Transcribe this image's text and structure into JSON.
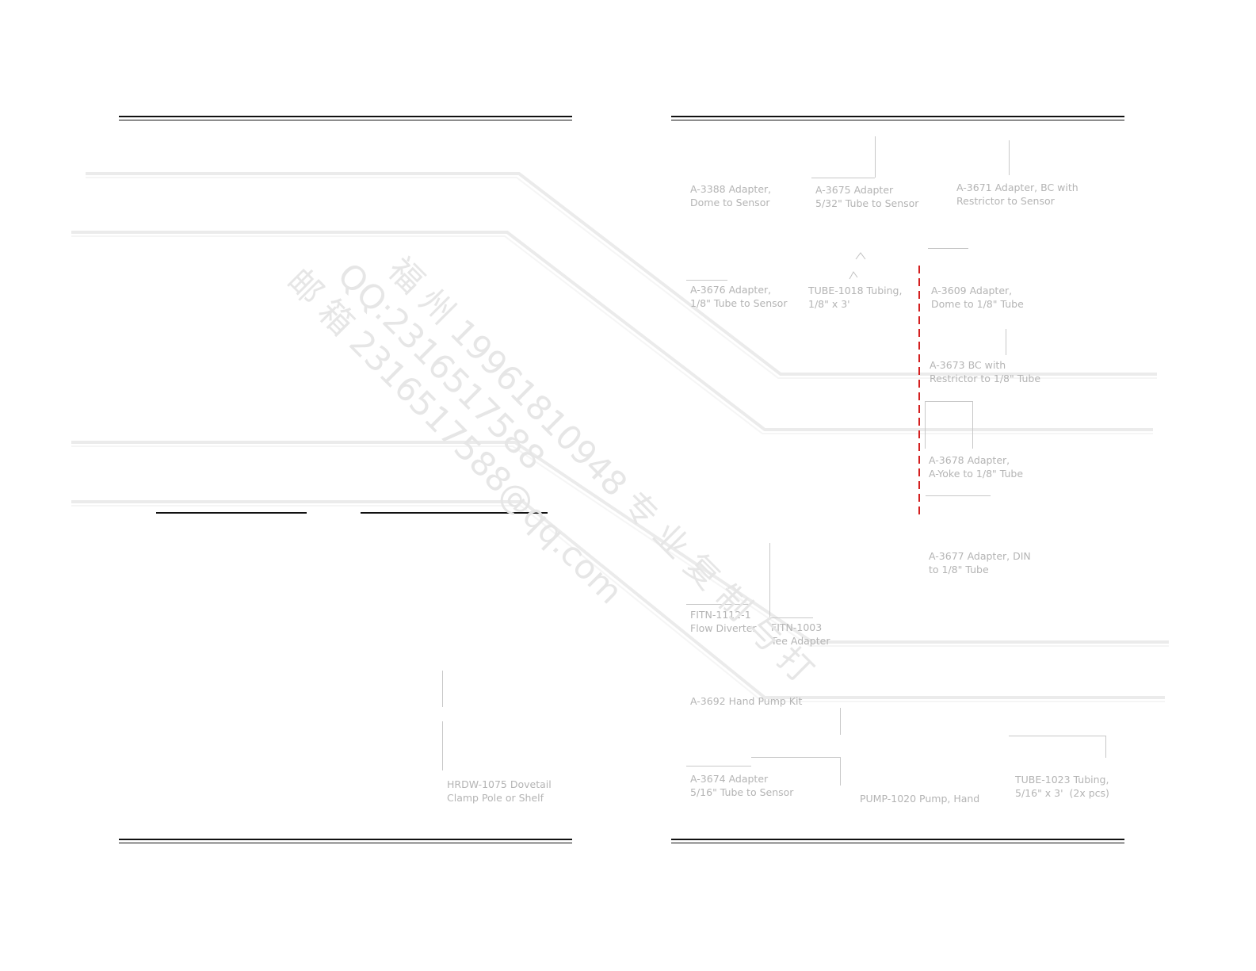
{
  "watermark": {
    "line1": "福 州 19961810948 专 业 复 制 与 打",
    "line2": "QQ:2316517588",
    "line3": "邮 箱 2316517588@qq.com"
  },
  "labels": {
    "a3388": "A-3388 Adapter,\nDome to Sensor",
    "a3675": "A-3675 Adapter\n5/32\" Tube to Sensor",
    "a3671": "A-3671 Adapter, BC with\nRestrictor to Sensor",
    "a3676": "A-3676 Adapter,\n1/8\" Tube to Sensor",
    "tube1018": "TUBE-1018 Tubing,\n1/8\" x 3'",
    "a3609": "A-3609 Adapter,\nDome to 1/8\" Tube",
    "a3673": "A-3673 BC with\nRestrictor to 1/8\" Tube",
    "a3678": "A-3678 Adapter,\nA-Yoke to 1/8\" Tube",
    "a3677": "A-3677 Adapter, DIN\nto 1/8\" Tube",
    "fitn1112": "FITN-1112-1\nFlow Diverter",
    "fitn1003": "FITN-1003\nTee Adapter",
    "a3692": "A-3692 Hand Pump Kit",
    "a3674": "A-3674 Adapter\n5/16\" Tube to Sensor",
    "pump1020": "PUMP-1020 Pump, Hand",
    "tube1023": "TUBE-1023 Tubing,\n5/16\" x 3'  (2x pcs)",
    "hrdw1075": "HRDW-1075 Dovetail\nClamp Pole or Shelf"
  }
}
